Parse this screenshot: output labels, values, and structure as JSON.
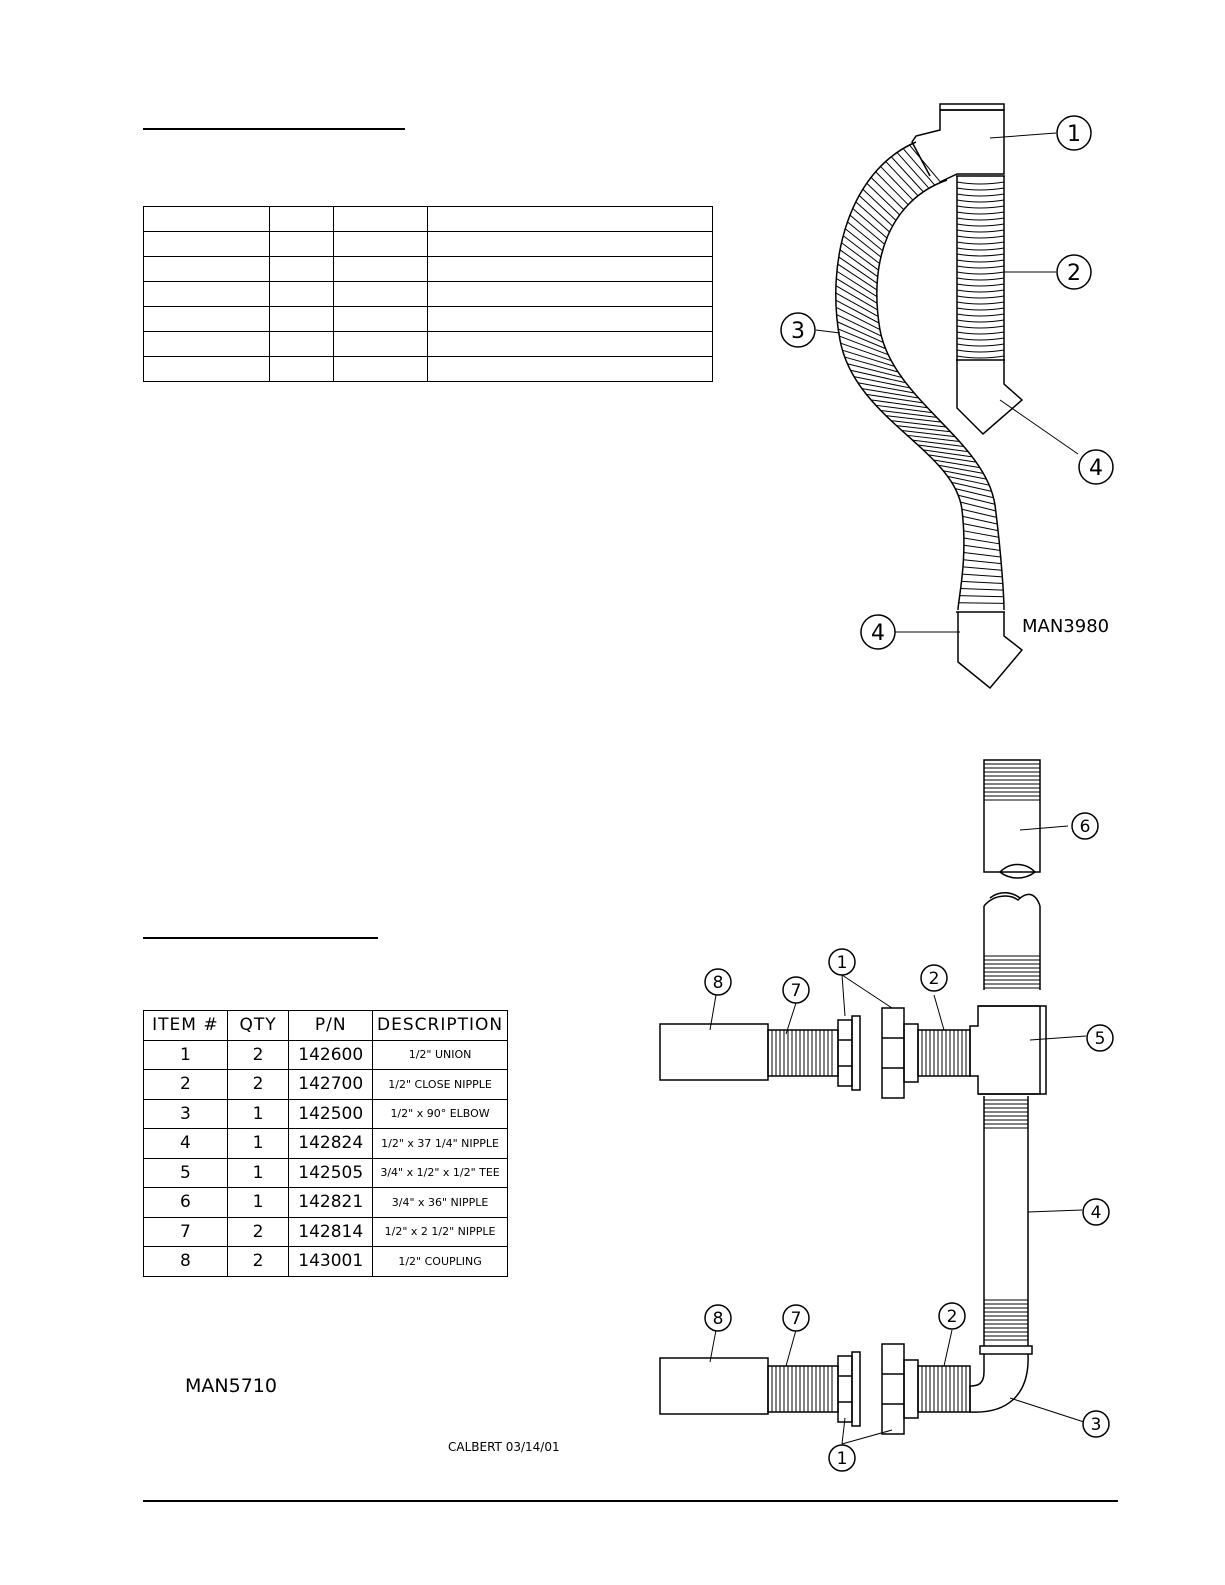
{
  "top_table": {
    "rows": 7,
    "cols": 4
  },
  "top_drawing": {
    "code": "MAN3980",
    "callouts": [
      "1",
      "2",
      "3",
      "4",
      "4"
    ]
  },
  "bottom_table": {
    "headers": [
      "ITEM #",
      "QTY",
      "P/N",
      "DESCRIPTION"
    ],
    "rows": [
      [
        "1",
        "2",
        "142600",
        "1/2\" UNION"
      ],
      [
        "2",
        "2",
        "142700",
        "1/2\" CLOSE NIPPLE"
      ],
      [
        "3",
        "1",
        "142500",
        "1/2\" x 90° ELBOW"
      ],
      [
        "4",
        "1",
        "142824",
        "1/2\" x 37 1/4\" NIPPLE"
      ],
      [
        "5",
        "1",
        "142505",
        "3/4\" x 1/2\" x 1/2\" TEE"
      ],
      [
        "6",
        "1",
        "142821",
        "3/4\" x 36\" NIPPLE"
      ],
      [
        "7",
        "2",
        "142814",
        "1/2\" x 2 1/2\" NIPPLE"
      ],
      [
        "8",
        "2",
        "143001",
        "1/2\" COUPLING"
      ]
    ]
  },
  "bottom_drawing": {
    "code": "MAN5710",
    "signature": "CALBERT 03/14/01",
    "callouts": [
      "6",
      "8",
      "7",
      "1",
      "2",
      "5",
      "4",
      "8",
      "7",
      "2",
      "3",
      "1"
    ]
  }
}
